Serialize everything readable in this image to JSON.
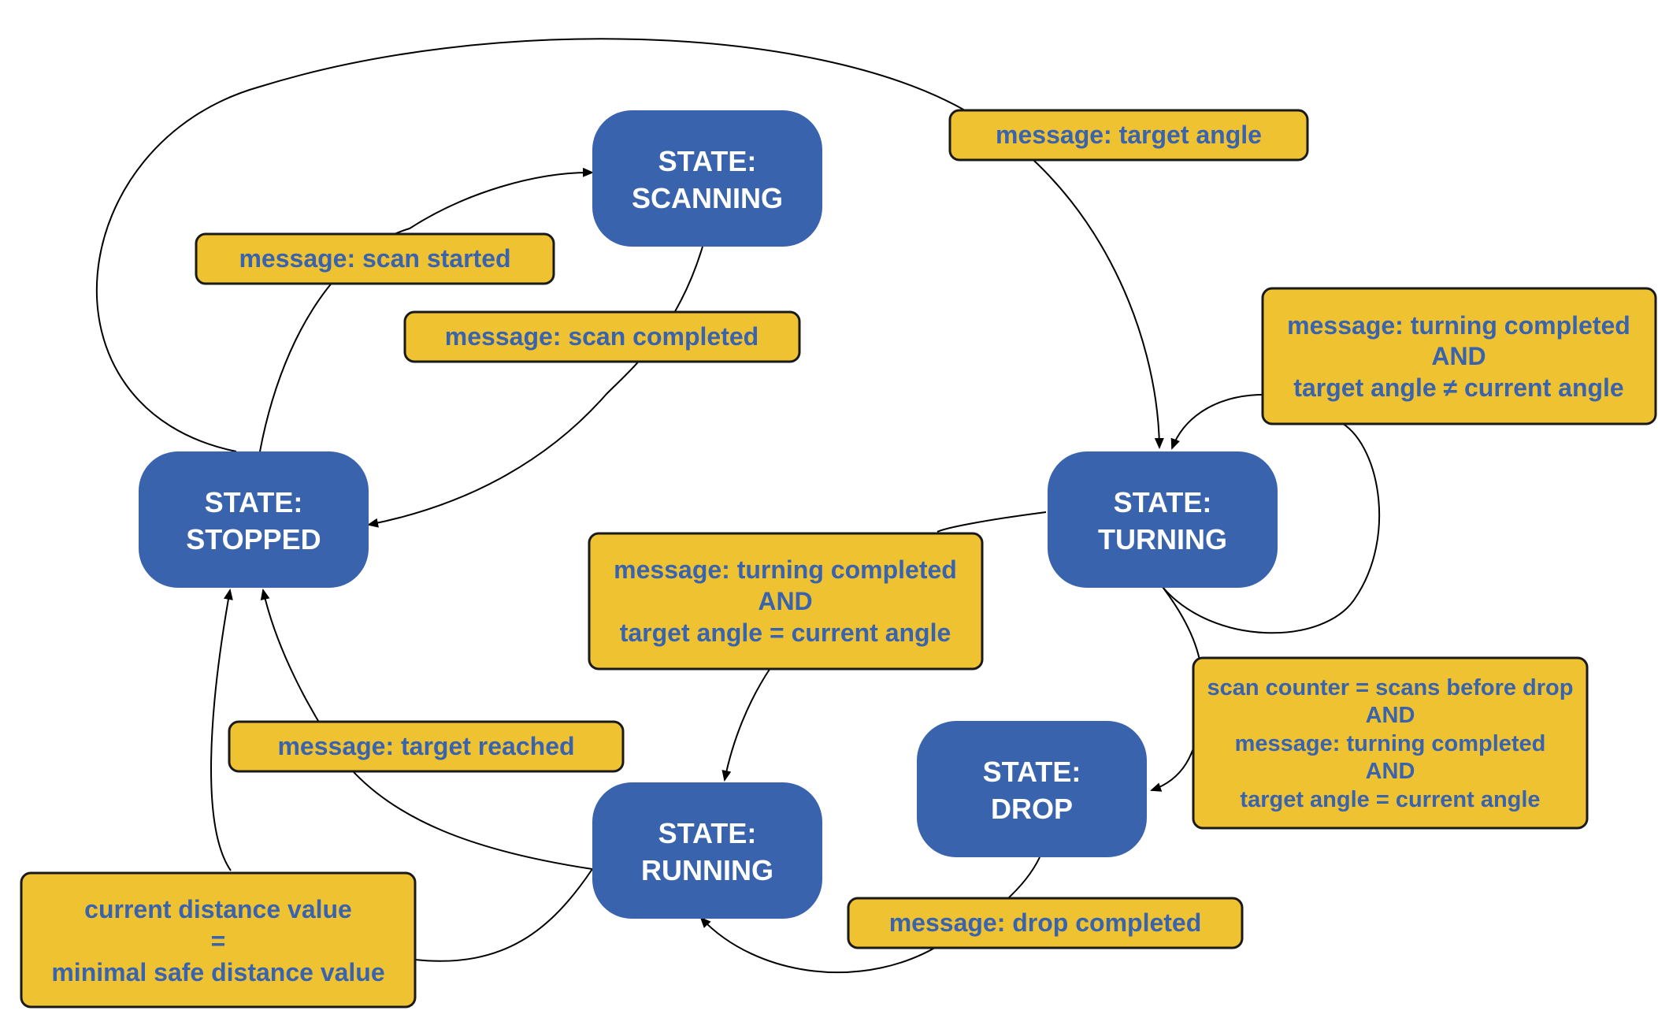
{
  "colors": {
    "state_fill": "#3a63ae",
    "state_text": "#ffffff",
    "label_fill": "#efc232",
    "label_text": "#3a63ae",
    "edge": "#000000"
  },
  "states": {
    "scanning": {
      "line1": "STATE:",
      "line2": "SCANNING"
    },
    "stopped": {
      "line1": "STATE:",
      "line2": "STOPPED"
    },
    "turning": {
      "line1": "STATE:",
      "line2": "TURNING"
    },
    "running": {
      "line1": "STATE:",
      "line2": "RUNNING"
    },
    "drop": {
      "line1": "STATE:",
      "line2": "DROP"
    }
  },
  "transitions": {
    "target_angle": {
      "lines": [
        "message: target angle"
      ]
    },
    "scan_started": {
      "lines": [
        "message: scan started"
      ]
    },
    "scan_completed": {
      "lines": [
        "message: scan completed"
      ]
    },
    "turning_not_equal": {
      "lines": [
        "message: turning completed",
        "AND",
        "target angle ≠ current angle"
      ]
    },
    "turning_equal": {
      "lines": [
        "message: turning completed",
        "AND",
        "target angle = current angle"
      ]
    },
    "target_reached": {
      "lines": [
        "message: target reached"
      ]
    },
    "scan_counter_drop": {
      "lines": [
        "scan counter = scans before drop",
        "AND",
        "message: turning completed",
        "AND",
        "target angle = current angle"
      ]
    },
    "distance_safe": {
      "lines": [
        "current distance value",
        "=",
        "minimal safe distance  value"
      ]
    },
    "drop_completed": {
      "lines": [
        "message: drop completed"
      ]
    }
  }
}
